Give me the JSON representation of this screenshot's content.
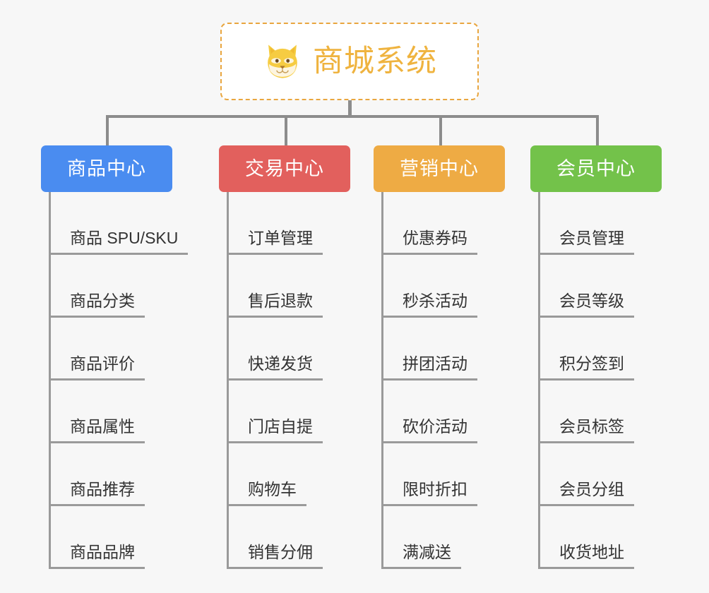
{
  "page": {
    "background": "#f7f7f7",
    "type": "org-chart"
  },
  "root": {
    "title": "商城系统",
    "icon": "shiba-dog-icon",
    "border_color": "#e9a63f",
    "text_color": "#efb33f",
    "background": "#ffffff"
  },
  "connector_color": "#8c8c8c",
  "columns": [
    {
      "label": "商品中心",
      "color": "#4a8cf0",
      "items": [
        "商品 SPU/SKU",
        "商品分类",
        "商品评价",
        "商品属性",
        "商品推荐",
        "商品品牌"
      ]
    },
    {
      "label": "交易中心",
      "color": "#e2605d",
      "items": [
        "订单管理",
        "售后退款",
        "快递发货",
        "门店自提",
        "购物车",
        "销售分佣"
      ]
    },
    {
      "label": "营销中心",
      "color": "#eeab44",
      "items": [
        "优惠券码",
        "秒杀活动",
        "拼团活动",
        "砍价活动",
        "限时折扣",
        "满减送"
      ]
    },
    {
      "label": "会员中心",
      "color": "#73c24a",
      "items": [
        "会员管理",
        "会员等级",
        "积分签到",
        "会员标签",
        "会员分组",
        "收货地址"
      ]
    }
  ]
}
